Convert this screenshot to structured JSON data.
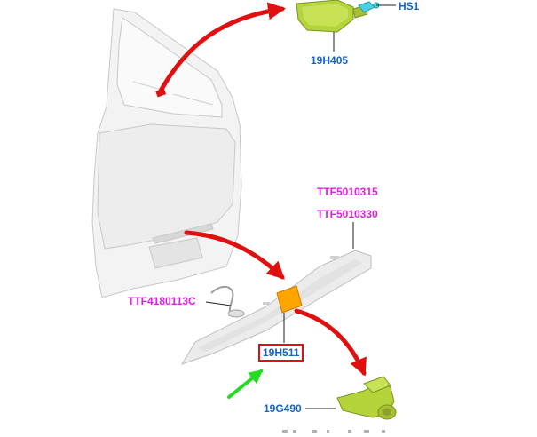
{
  "labels": {
    "hs1": "HS1",
    "h405": "19H405",
    "ttf315": "TTF5010315",
    "ttf330": "TTF5010330",
    "ttf4180": "TTF4180113C",
    "h511": "19H511",
    "g490": "19G490"
  },
  "colors": {
    "label_blue": "#1565c0",
    "label_magenta": "#e020e0",
    "callout_arrow_red": "#e01010",
    "pointer_arrow_green": "#22dd22",
    "highlight_box_red": "#e01010",
    "part_green": "#b5d43a",
    "part_orange": "#ffa500",
    "connector_cyan": "#4dd0e1"
  },
  "highlighted_label": "19H511"
}
